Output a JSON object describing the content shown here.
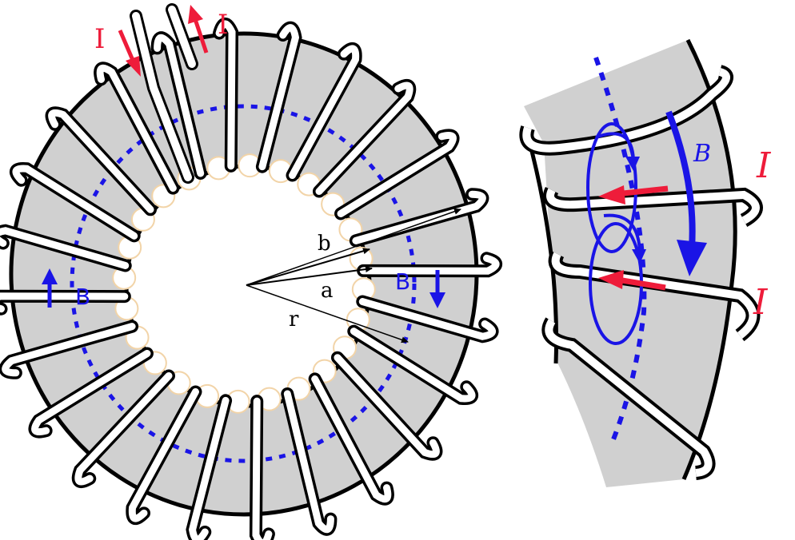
{
  "colors": {
    "core": "#d0d0d0",
    "outline": "#000000",
    "wire": "#ffffff",
    "field": "#1a14e6",
    "current": "#ee1c3a",
    "radius_line": "#f2d4a8"
  },
  "toroid": {
    "current_in_label": "I",
    "current_out_label": "I",
    "field_label_left": "B",
    "field_label_right": "B",
    "radius_b_label": "b",
    "radius_a_label": "a",
    "radius_r_label": "r"
  },
  "detail": {
    "field_label": "B",
    "current_label_upper": "I",
    "current_label_lower": "I"
  },
  "icons": [
    "current-direction-arrow",
    "field-direction-arrow",
    "circulation-loop"
  ]
}
